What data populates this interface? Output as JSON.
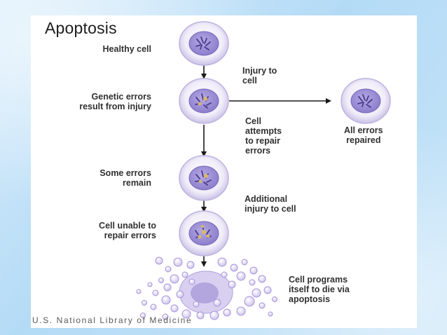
{
  "title": "Apoptosis",
  "labels": {
    "healthy_cell": "Healthy cell",
    "injury_to_cell": [
      "Injury to",
      "cell"
    ],
    "genetic_errors": [
      "Genetic errors",
      "result from injury"
    ],
    "cell_attempts": [
      "Cell",
      "attempts",
      "to repair",
      "errors"
    ],
    "all_errors_repaired": [
      "All errors",
      "repaired"
    ],
    "some_errors_remain": [
      "Some errors",
      "remain"
    ],
    "additional_injury": [
      "Additional",
      "injury to cell"
    ],
    "cell_unable": [
      "Cell unable to",
      "repair errors"
    ],
    "cell_programs": [
      "Cell programs",
      "itself to die via",
      "apoptosis"
    ]
  },
  "credit": "U.S. National Library of Medicine",
  "colors": {
    "background": "#bfe0f7",
    "cell_outer": "#f1eef9",
    "cell_ring": "#c8c0e4",
    "nucleus": "#9d8fd6",
    "chromosome": "#4b3b8c",
    "error_spot": "#d7b96a",
    "arrow": "#1a1a1a"
  }
}
